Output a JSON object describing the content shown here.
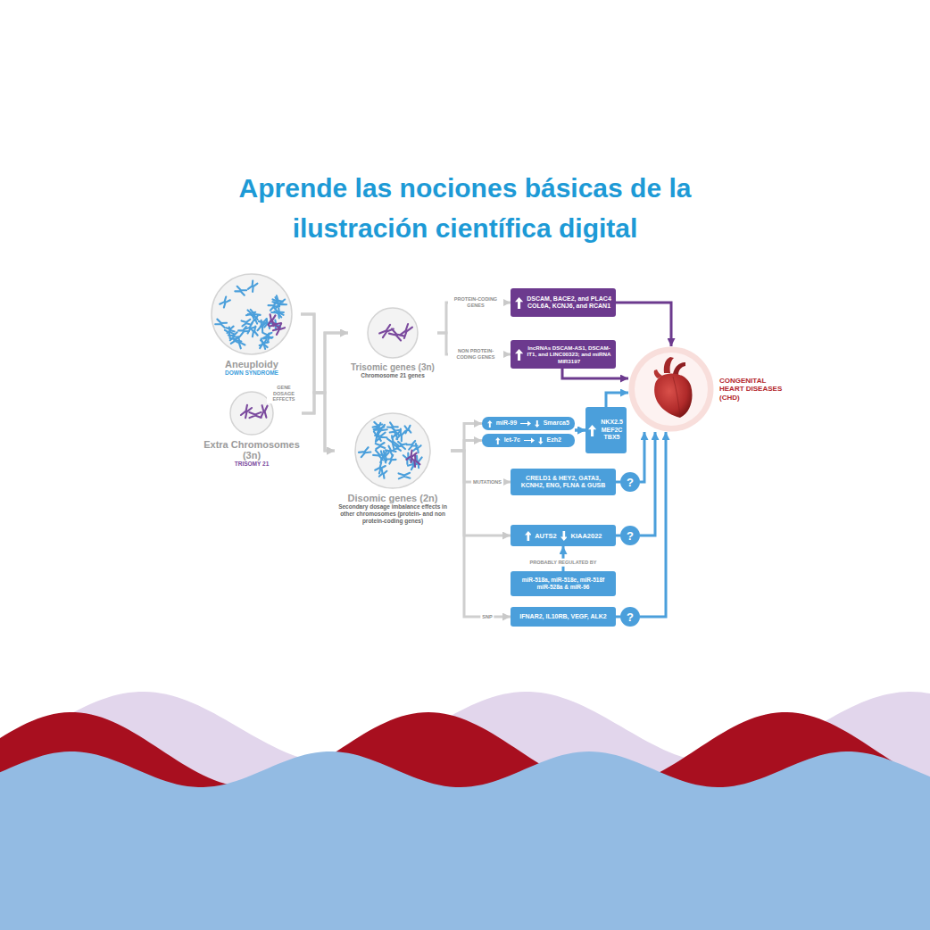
{
  "diagram": {
    "title": "Aprende las nociones básicas de la ilustración científica digital",
    "nodes": [
      {
        "text": [
          "Aneuploidy",
          "DOWN SYNDROME"
        ]
      },
      {
        "text": [
          "Extra Chromosomes (3n)",
          "TRISOMY 21"
        ]
      },
      {
        "text": [
          "Trisomic genes (3n)",
          "Chromosome 21 genes"
        ]
      },
      {
        "text": [
          "Disomic genes (2n)",
          "Secondary dosage imbalance effects in other chromosomes (protein- and non protein-coding genes)"
        ]
      },
      {
        "text": [
          "DSCAM, BACE2, and PLAC4 COL6A, KCNJ6, and RCAN1"
        ]
      },
      {
        "text": [
          "lncRNAs DSCAM-AS1, DSCAM-IT1, and LINC00323; and miRNA MIR3197"
        ]
      },
      {
        "text": [
          "miR-99",
          "Smarca5"
        ]
      },
      {
        "text": [
          "let-7c",
          "Ezh2"
        ]
      },
      {
        "text": [
          "NKX2.5 MEF2C TBX5"
        ]
      },
      {
        "text": [
          "CRELD1 & HEY2, GATA3, KCNH2, ENG, FLNA & GUSB"
        ]
      },
      {
        "text": [
          "?"
        ]
      },
      {
        "text": [
          "AUTS2",
          "KIAA2022"
        ]
      },
      {
        "text": [
          "?"
        ]
      },
      {
        "text": [
          "miR-518a, miR-518e, miR-518f miR-528a & miR-96"
        ]
      },
      {
        "text": [
          "IFNAR2, IL10RB, VEGF, ALK2"
        ]
      },
      {
        "text": [
          "?"
        ]
      },
      {
        "text": [
          "CONGENITAL HEART DISEASES (CHD)"
        ]
      }
    ],
    "edges": [
      {
        "from": 0,
        "to": 2,
        "arrow": "to"
      },
      {
        "from": 0,
        "to": 3,
        "arrow": "to"
      },
      {
        "from": 1,
        "to": 2,
        "arrow": "to"
      },
      {
        "from": 1,
        "to": 3,
        "arrow": "to"
      },
      {
        "from": 2,
        "to": 4,
        "label": "PROTEIN-CODING GENES",
        "arrow": "to"
      },
      {
        "from": 2,
        "to": 5,
        "label": "NON PROTEIN-CODING GENES",
        "arrow": "to"
      },
      {
        "from": 3,
        "to": 6,
        "arrow": "to"
      },
      {
        "from": 3,
        "to": 7,
        "arrow": "to"
      },
      {
        "from": 3,
        "to": 9,
        "label": "MUTATIONS",
        "arrow": "to"
      },
      {
        "from": 3,
        "to": 11,
        "arrow": "to"
      },
      {
        "from": 3,
        "to": 14,
        "label": "SNP",
        "arrow": "to"
      },
      {
        "from": 4,
        "to": 16,
        "arrow": "to"
      },
      {
        "from": 5,
        "to": 16,
        "arrow": "to"
      },
      {
        "from": 6,
        "to": 8,
        "arrow": "to"
      },
      {
        "from": 7,
        "to": 8,
        "arrow": "to"
      },
      {
        "from": 8,
        "to": 16,
        "arrow": "to"
      },
      {
        "from": 9,
        "to": 10,
        "arrow": "none"
      },
      {
        "from": 10,
        "to": 16,
        "arrow": "to"
      },
      {
        "from": 11,
        "to": 12,
        "arrow": "none"
      },
      {
        "from": 12,
        "to": 16,
        "arrow": "to"
      },
      {
        "from": 13,
        "to": 11,
        "label": "PROBABLY REGULATED BY",
        "arrow": "to"
      },
      {
        "from": 14,
        "to": 15,
        "arrow": "none"
      },
      {
        "from": 15,
        "to": 16,
        "arrow": "to"
      }
    ],
    "labels": [
      "GENE DOSAGE EFFECTS"
    ]
  }
}
